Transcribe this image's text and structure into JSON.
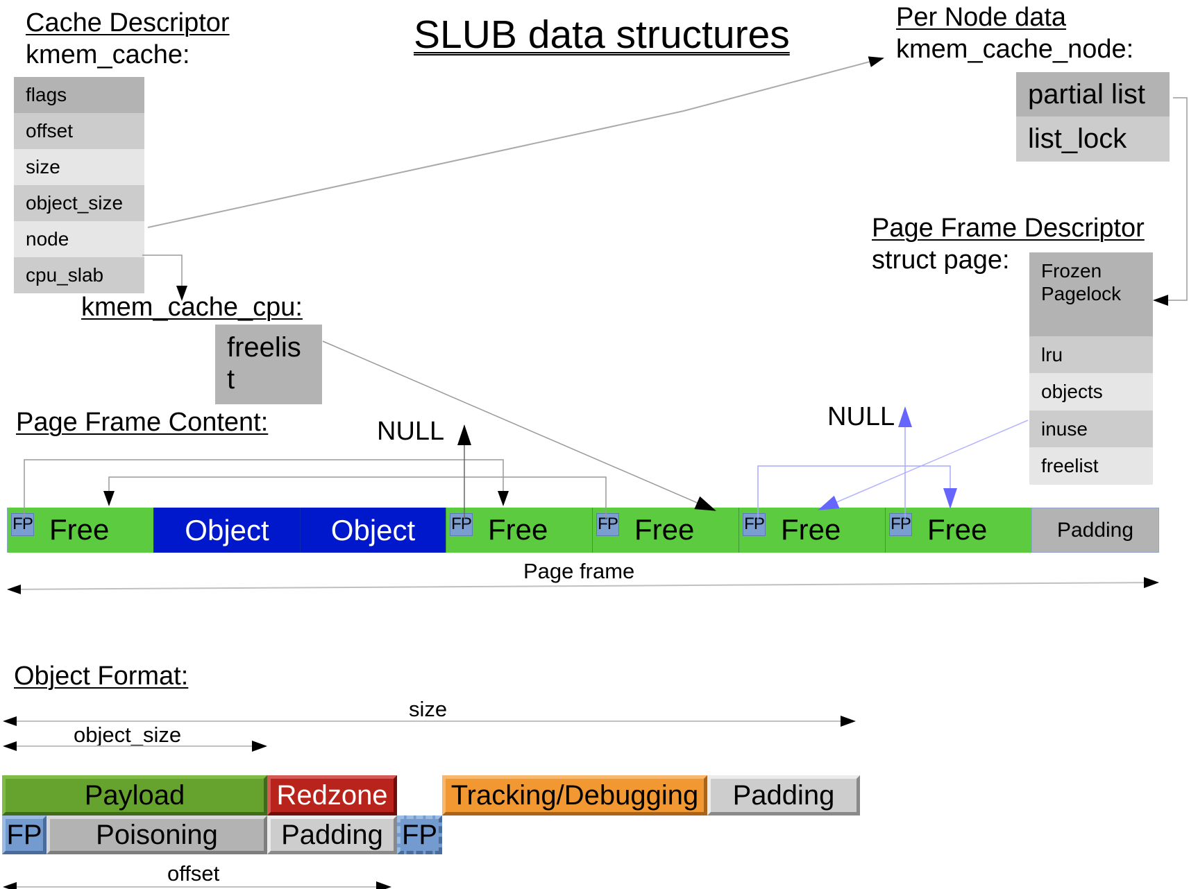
{
  "title": "SLUB data structures",
  "cache_descriptor": {
    "heading": "Cache Descriptor",
    "struct_name": "kmem_cache:",
    "fields": [
      "flags",
      "offset",
      "size",
      "object_size",
      "node",
      "cpu_slab"
    ]
  },
  "per_cpu": {
    "struct_name": "kmem_cache_cpu:",
    "fields": [
      "freelis\nt"
    ]
  },
  "per_node": {
    "heading": "Per Node data",
    "struct_name": "kmem_cache_node:",
    "fields": [
      "partial list",
      "list_lock"
    ]
  },
  "page_descriptor": {
    "heading": "Page Frame Descriptor",
    "struct_name": "struct page:",
    "fields": [
      "Frozen\nPagelock",
      "lru",
      "objects",
      "inuse",
      "freelist"
    ]
  },
  "page_frame_content": {
    "heading": "Page Frame Content:",
    "null_label_1": "NULL",
    "null_label_2": "NULL",
    "fp_label": "FP",
    "segments": [
      {
        "type": "free",
        "label": "Free",
        "fp": "FP"
      },
      {
        "type": "object",
        "label": "Object"
      },
      {
        "type": "object",
        "label": "Object"
      },
      {
        "type": "free",
        "label": "Free",
        "fp": "FP"
      },
      {
        "type": "free",
        "label": "Free",
        "fp": "FP"
      },
      {
        "type": "free",
        "label": "Free",
        "fp": "FP"
      },
      {
        "type": "free",
        "label": "Free",
        "fp": "FP"
      },
      {
        "type": "padding",
        "label": "Padding"
      }
    ],
    "span_label": "Page frame"
  },
  "object_format": {
    "heading": "Object Format:",
    "size_label": "size",
    "object_size_label": "object_size",
    "offset_label": "offset",
    "row1": [
      "Payload",
      "Redzone",
      "Tracking/Debugging",
      "Padding"
    ],
    "row2": [
      "FP",
      "Poisoning",
      "Padding",
      "FP"
    ]
  },
  "colors": {
    "free": "#5ccb3f",
    "object": "#0018cc",
    "padding": "#b3b3b3",
    "fp": "#7b9ed0",
    "payload": "#66a22e",
    "redzone": "#b8231b",
    "tracking": "#f29833",
    "page_pointer_lines": "#6666ff"
  }
}
